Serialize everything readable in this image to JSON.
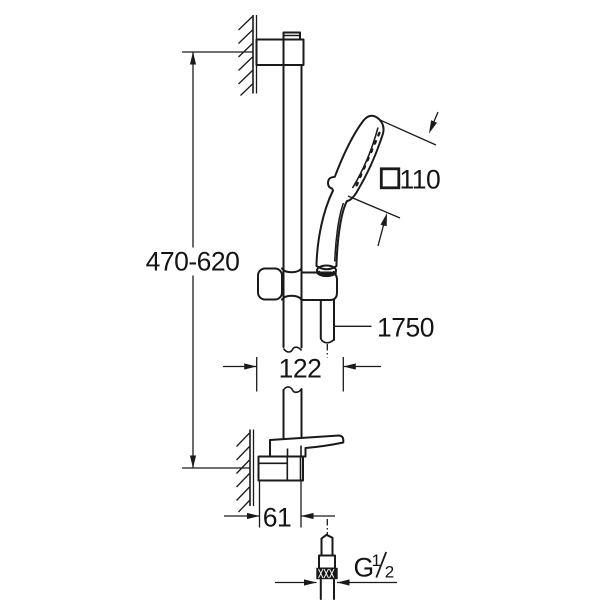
{
  "drawing": {
    "description": "technical dimension drawing of a wall-mounted shower rail set with hand shower, hose and bottom bracket",
    "colors": {
      "line": "#1a1a1a",
      "background": "#ffffff",
      "text": "#141414"
    },
    "labels": {
      "height_range": "470-620",
      "hose_length": "1750",
      "offset_width": "122",
      "bracket_offset": "61",
      "head_size": "110",
      "head_size_symbol": "□",
      "thread_g": "G",
      "thread_num": "1",
      "thread_den": "2",
      "thread_label": "G 1/2"
    }
  }
}
